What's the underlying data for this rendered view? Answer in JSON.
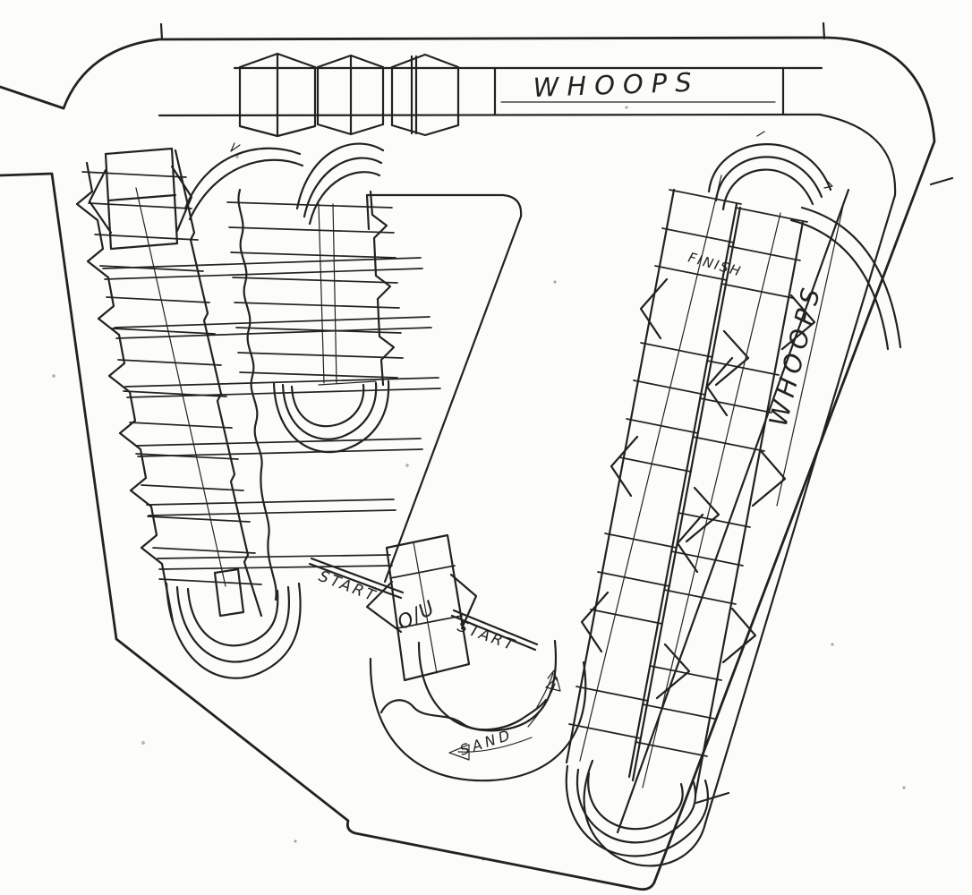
{
  "labels": {
    "top_whoops": "WHOOPS",
    "right_whoops": "WHOOPS",
    "finish": "FINISH",
    "start_left": "START",
    "start_right": "START",
    "over_under": "O/U",
    "sand": "SAND"
  },
  "colors": {
    "ink": "#222220",
    "paper": "#fcfcfa"
  }
}
